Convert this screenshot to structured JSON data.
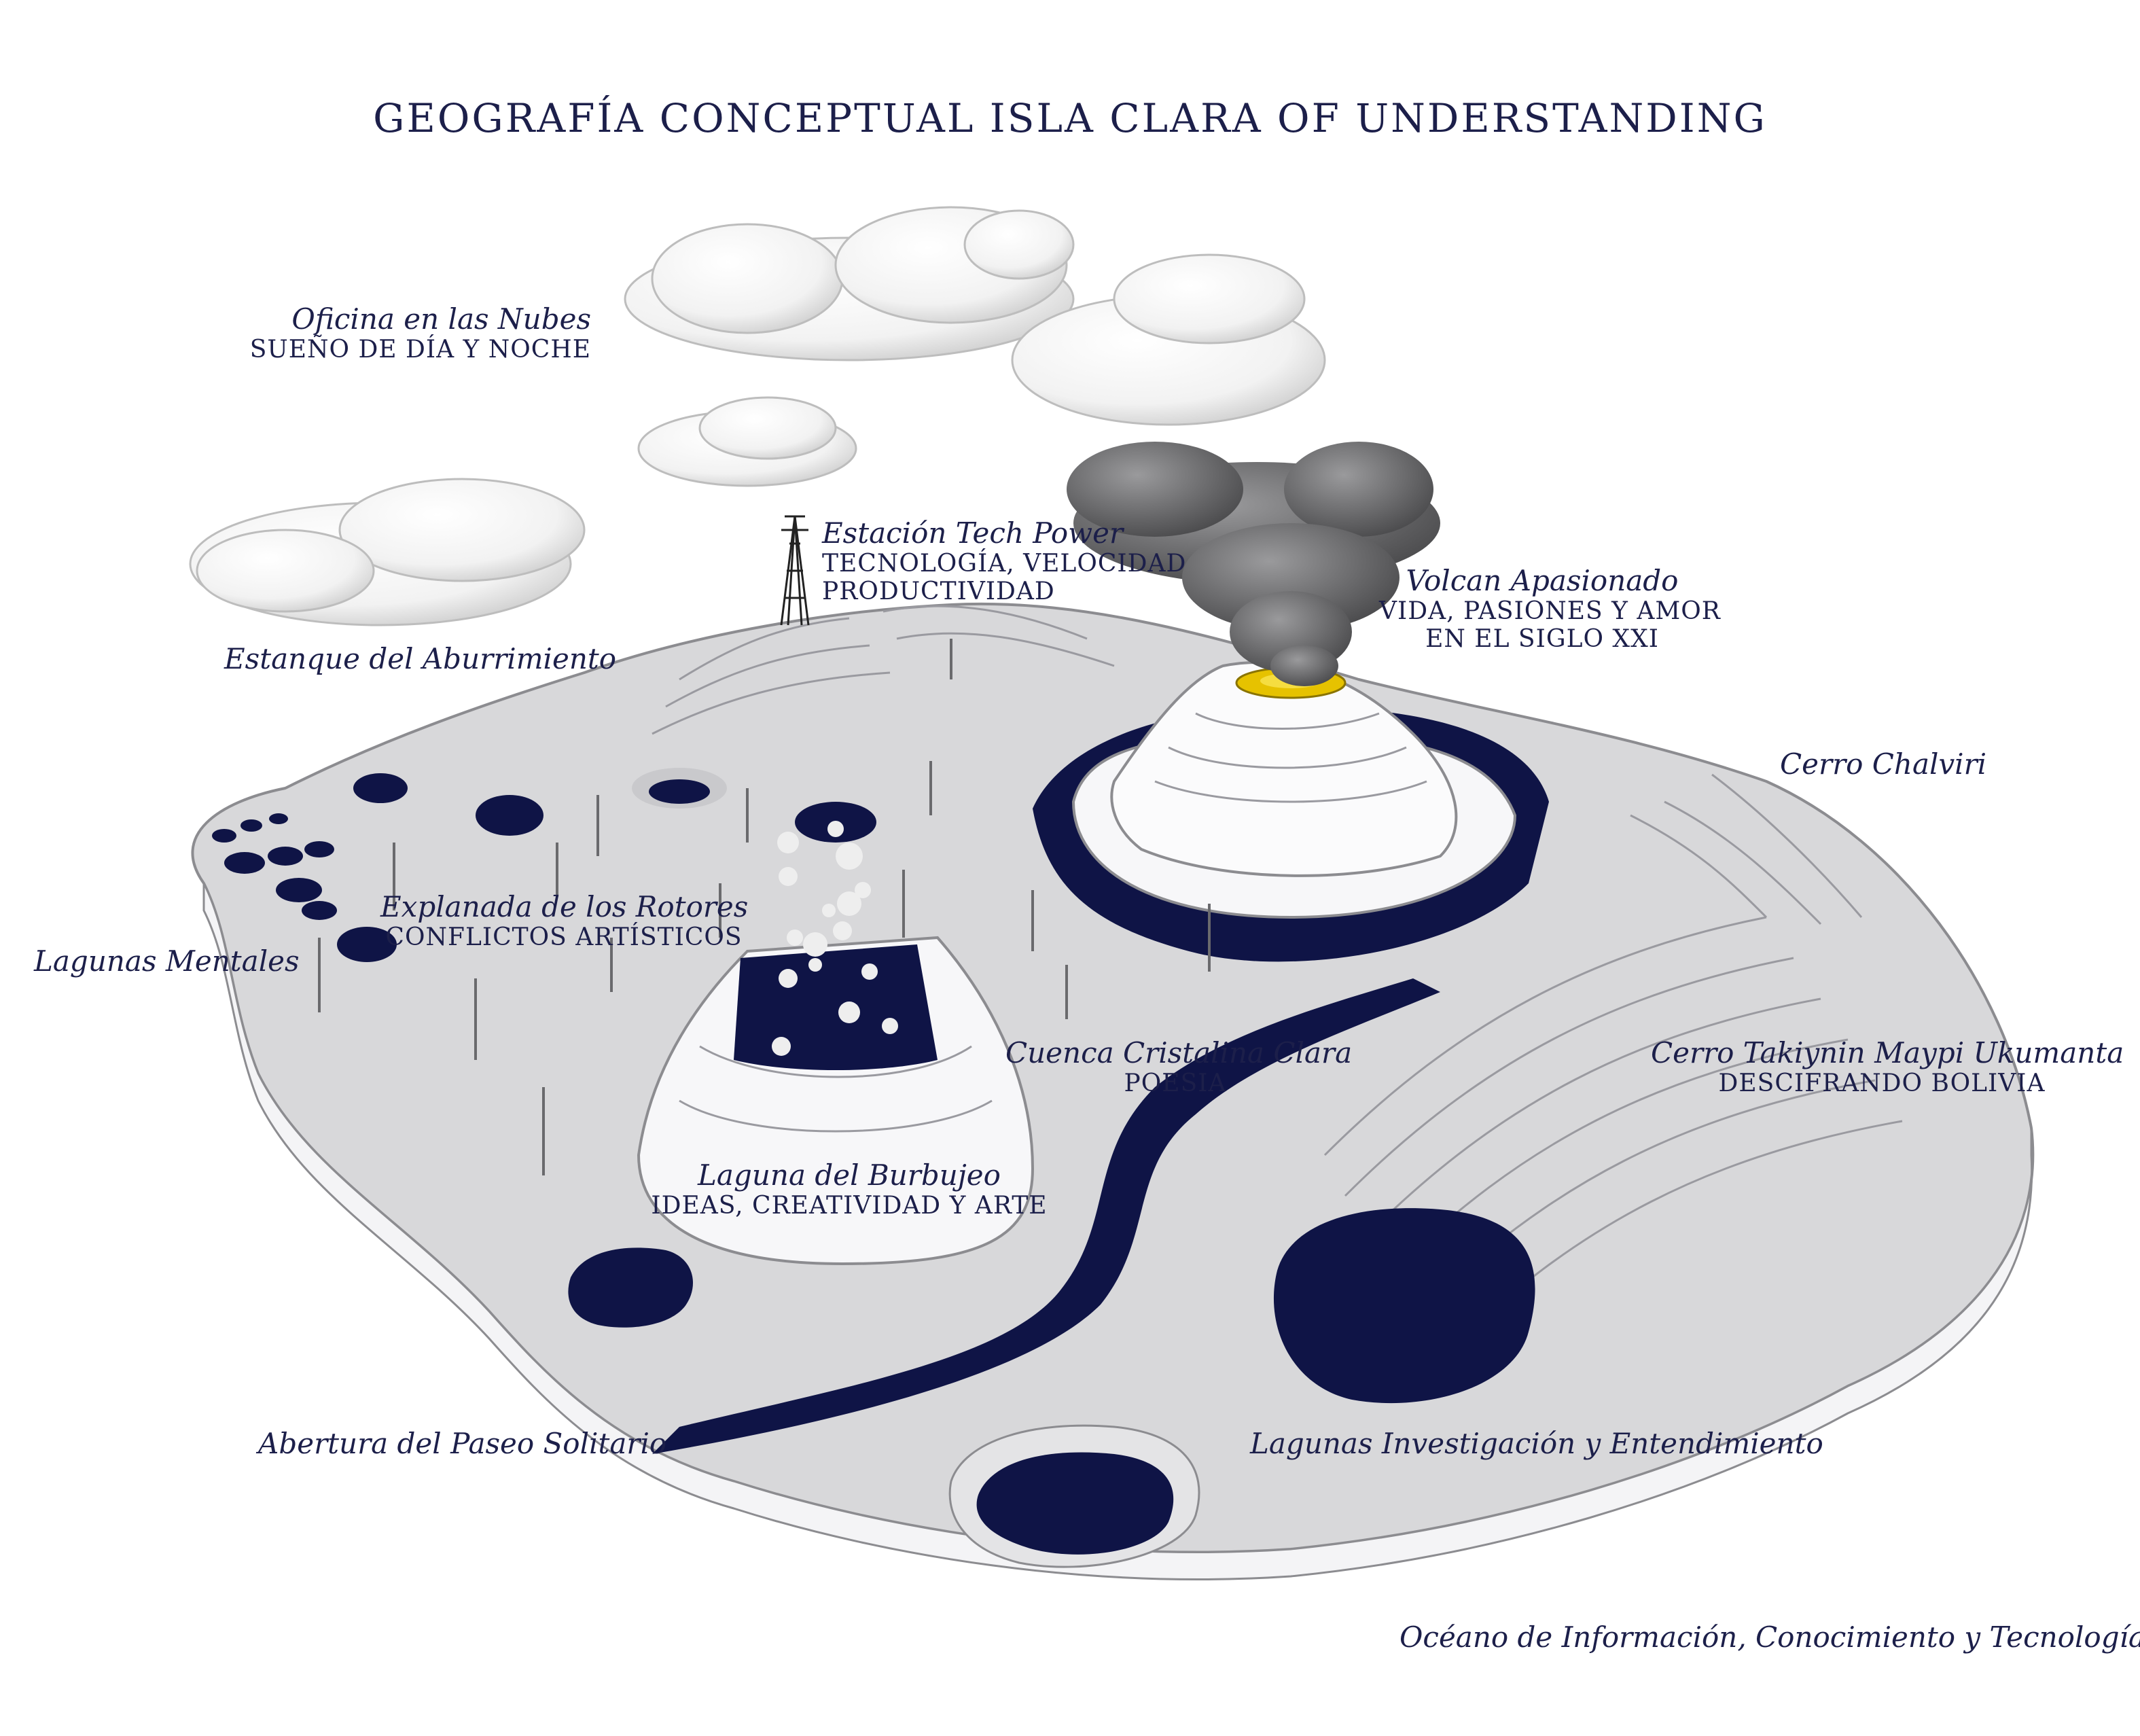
{
  "title": "GEOGRAFÍA CONCEPTUAL ISLA CLARA OF UNDERSTANDING",
  "colors": {
    "water": "#0f1446",
    "land": "#d8d8da",
    "terrace": "#f4f4f6",
    "ink": "#1c1f4a",
    "smoke": "#6f6f72",
    "crater": "#e6c200"
  },
  "places": {
    "oficina": {
      "name": "Oficina en las Nubes",
      "sub": "SUEÑO DE DÍA Y NOCHE"
    },
    "estacion": {
      "name": "Estación Tech Power",
      "sub1": "TECNOLOGÍA, VELOCIDAD",
      "sub2": "PRODUCTIVIDAD"
    },
    "volcan": {
      "name": "Volcan Apasionado",
      "sub1": "VIDA, PASIONES Y AMOR",
      "sub2": "EN EL SIGLO XXI"
    },
    "estanque": {
      "name": "Estanque del Aburrimiento"
    },
    "chalviri": {
      "name": "Cerro Chalviri"
    },
    "explanada": {
      "name": "Explanada de los Rotores",
      "sub": "CONFLICTOS ARTÍSTICOS"
    },
    "lagunas_mentales": {
      "name": "Lagunas Mentales"
    },
    "cuenca": {
      "name": "Cuenca Cristalina Clara",
      "sub": "POESIA"
    },
    "takiynin": {
      "name": "Cerro Takiynin Maypi Ukumanta",
      "sub": "DESCIFRANDO BOLIVIA"
    },
    "burbujeo": {
      "name": "Laguna del Burbujeo",
      "sub": "IDEAS, CREATIVIDAD Y ARTE"
    },
    "abertura": {
      "name": "Abertura del Paseo Solitario"
    },
    "investigacion": {
      "name": "Lagunas Investigación y Entendimiento"
    },
    "oceano": {
      "name": "Océano de Información, Conocimiento y Tecnologías"
    }
  }
}
